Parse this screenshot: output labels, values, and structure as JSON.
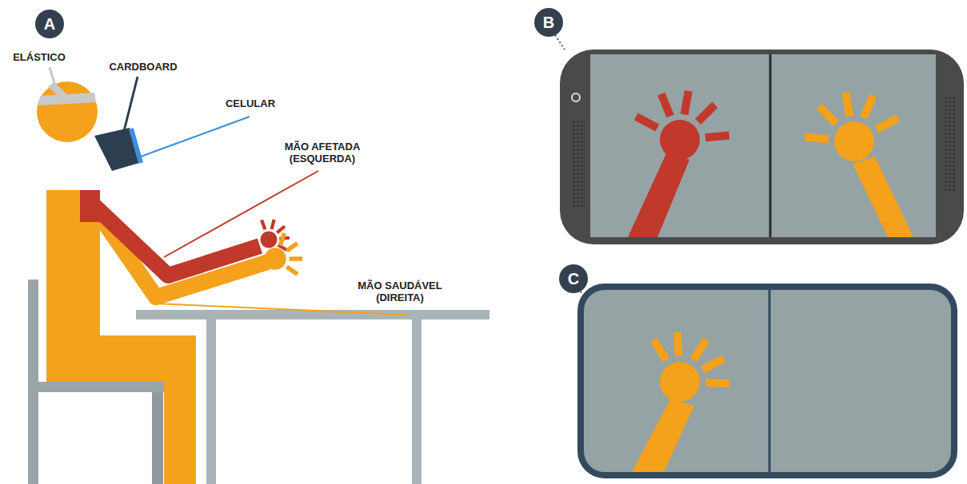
{
  "diagram": {
    "nodes": [
      {
        "text": [
          "A"
        ]
      },
      {
        "text": [
          "B"
        ]
      },
      {
        "text": [
          "C"
        ]
      }
    ],
    "labels": [
      "ELÁSTICO",
      "CARDBOARD",
      "CELULAR",
      "MÃO AFETADA (ESQUERDA)",
      "MÃO SAUDÁVEL (DIREITA)"
    ]
  }
}
